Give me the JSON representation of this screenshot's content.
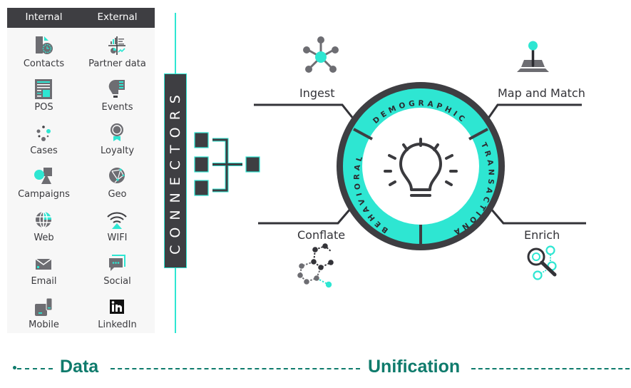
{
  "colors": {
    "accent": "#2ee6d2",
    "dark": "#3e3e42",
    "icon_gray": "#6d6d72",
    "footer_green": "#0f7b6c"
  },
  "sources": {
    "headers": {
      "internal": "Internal",
      "external": "External"
    },
    "internal": [
      {
        "label": "Contacts",
        "icon": "contacts-icon"
      },
      {
        "label": "POS",
        "icon": "pos-icon"
      },
      {
        "label": "Cases",
        "icon": "cases-icon"
      },
      {
        "label": "Campaigns",
        "icon": "campaigns-icon"
      },
      {
        "label": "Web",
        "icon": "web-globe-icon"
      },
      {
        "label": "Email",
        "icon": "email-envelope-icon"
      },
      {
        "label": "Mobile",
        "icon": "mobile-devices-icon"
      }
    ],
    "external": [
      {
        "label": "Partner data",
        "icon": "partner-data-icon"
      },
      {
        "label": "Events",
        "icon": "events-icon"
      },
      {
        "label": "Loyalty",
        "icon": "loyalty-badge-icon"
      },
      {
        "label": "Geo",
        "icon": "geo-icon"
      },
      {
        "label": "WIFI",
        "icon": "wifi-icon"
      },
      {
        "label": "Social",
        "icon": "social-chat-icon"
      },
      {
        "label": "LinkedIn",
        "icon": "linkedin-icon"
      }
    ]
  },
  "connectors": {
    "label": "CONNECTORS",
    "icon": "connector-tree-icon"
  },
  "unification": {
    "steps": {
      "ingest": "Ingest",
      "map_match": "Map and Match",
      "conflate": "Conflate",
      "enrich": "Enrich"
    },
    "ring_segments": [
      "DEMOGRAPHIC",
      "TRANSACTIONAL",
      "BEHAVIORAL"
    ],
    "center_icon": "lightbulb-icon"
  },
  "footer": {
    "data": "Data",
    "unification": "Unification"
  }
}
